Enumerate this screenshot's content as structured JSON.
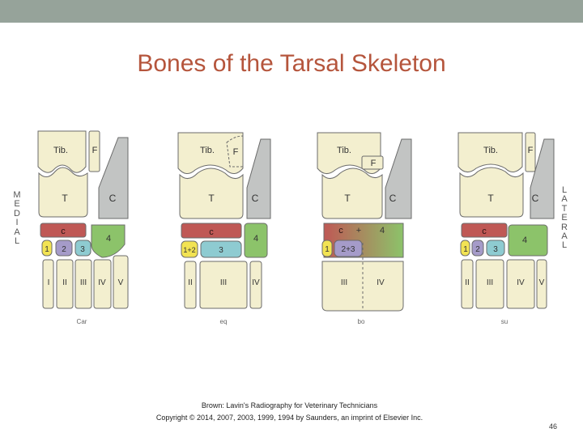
{
  "slide": {
    "title": "Bones of the Tarsal Skeleton",
    "medial_label": [
      "M",
      "E",
      "D",
      "I",
      "A",
      "L"
    ],
    "lateral_label": [
      "L",
      "A",
      "T",
      "E",
      "R",
      "A",
      "L"
    ],
    "credit_line1": "Brown: Lavin's Radiography for Veterinary Technicians",
    "credit_line2": "Copyright © 2014, 2007, 2003, 1999, 1994 by Saunders, an imprint of Elsevier Inc.",
    "page_number": "46"
  },
  "colors": {
    "cream": "#f3efcf",
    "grey": "#c2c4c3",
    "red": "#bf5855",
    "green": "#8cc36a",
    "yellow": "#f2e353",
    "purple": "#a59bc9",
    "blue": "#8ecbd1",
    "outline": "#6b6b6b"
  },
  "diagrams": [
    {
      "species": "Car",
      "tibia": "Tib.",
      "fibula": "F",
      "talus": "T",
      "calcaneus": "C",
      "central": "c",
      "fourth": "4",
      "row": [
        "1",
        "2",
        "3"
      ],
      "metatarsals": [
        "I",
        "II",
        "III",
        "IV",
        "V"
      ]
    },
    {
      "species": "eq",
      "tibia": "Tib.",
      "fibula": "F",
      "talus": "T",
      "calcaneus": "C",
      "central": "c",
      "fourth": "4",
      "row": [
        "1+2",
        "3"
      ],
      "metatarsals": [
        "II",
        "III",
        "IV"
      ]
    },
    {
      "species": "bo",
      "tibia": "Tib.",
      "fibula": "F",
      "talus": "T",
      "calcaneus": "C",
      "central": "c",
      "plus": "+",
      "fourth": "4",
      "row": [
        "1",
        "2+3"
      ],
      "metatarsals": [
        "III",
        "IV"
      ]
    },
    {
      "species": "su",
      "tibia": "Tib.",
      "fibula": "F",
      "talus": "T",
      "calcaneus": "C",
      "central": "c",
      "fourth": "4",
      "row": [
        "1",
        "2",
        "3"
      ],
      "metatarsals": [
        "II",
        "III",
        "IV",
        "V"
      ]
    }
  ]
}
